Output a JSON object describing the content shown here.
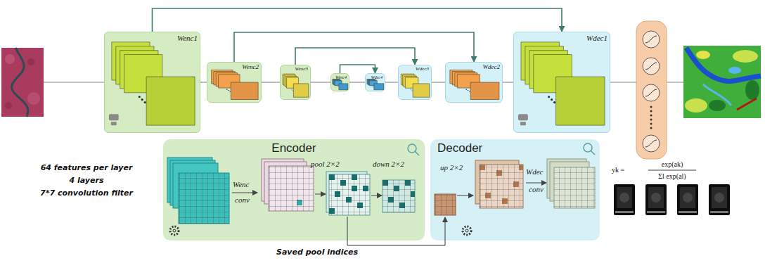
{
  "diagram": {
    "nodes": [
      {
        "text": [
          "Wenc1"
        ]
      },
      {
        "text": [
          "Wenc2"
        ]
      },
      {
        "text": [
          "Wenc3"
        ]
      },
      {
        "text": [
          "Wenc4"
        ]
      },
      {
        "text": [
          "Wdec4"
        ]
      },
      {
        "text": [
          "Wdec3"
        ]
      },
      {
        "text": [
          "Wdec2"
        ]
      },
      {
        "text": [
          "Wdec1"
        ]
      },
      {
        "text": [
          "Encoder"
        ]
      },
      {
        "text": [
          "Decoder"
        ]
      }
    ],
    "edges": [
      {
        "from": 0,
        "to": 1,
        "arrow": "none"
      },
      {
        "from": 1,
        "to": 2,
        "arrow": "none"
      },
      {
        "from": 2,
        "to": 3,
        "arrow": "none"
      },
      {
        "from": 3,
        "to": 4,
        "arrow": "none"
      },
      {
        "from": 4,
        "to": 5,
        "arrow": "none"
      },
      {
        "from": 5,
        "to": 6,
        "arrow": "none"
      },
      {
        "from": 6,
        "to": 7,
        "arrow": "none"
      },
      {
        "from": 0,
        "to": 7,
        "arrow": "to"
      },
      {
        "from": 1,
        "to": 6,
        "arrow": "to"
      },
      {
        "from": 2,
        "to": 5,
        "arrow": "to"
      },
      {
        "from": 3,
        "to": 4,
        "arrow": "to"
      }
    ],
    "labels": [
      "Wenc",
      "conv",
      "pool 2×2",
      "down 2×2",
      "up 2×2",
      "Wdec",
      "conv",
      "Saved pool indices",
      "64 features per layer",
      "4 layers",
      "7*7 convolution filter",
      "yk =",
      "exp(ak)",
      "Σl exp(al)"
    ]
  }
}
